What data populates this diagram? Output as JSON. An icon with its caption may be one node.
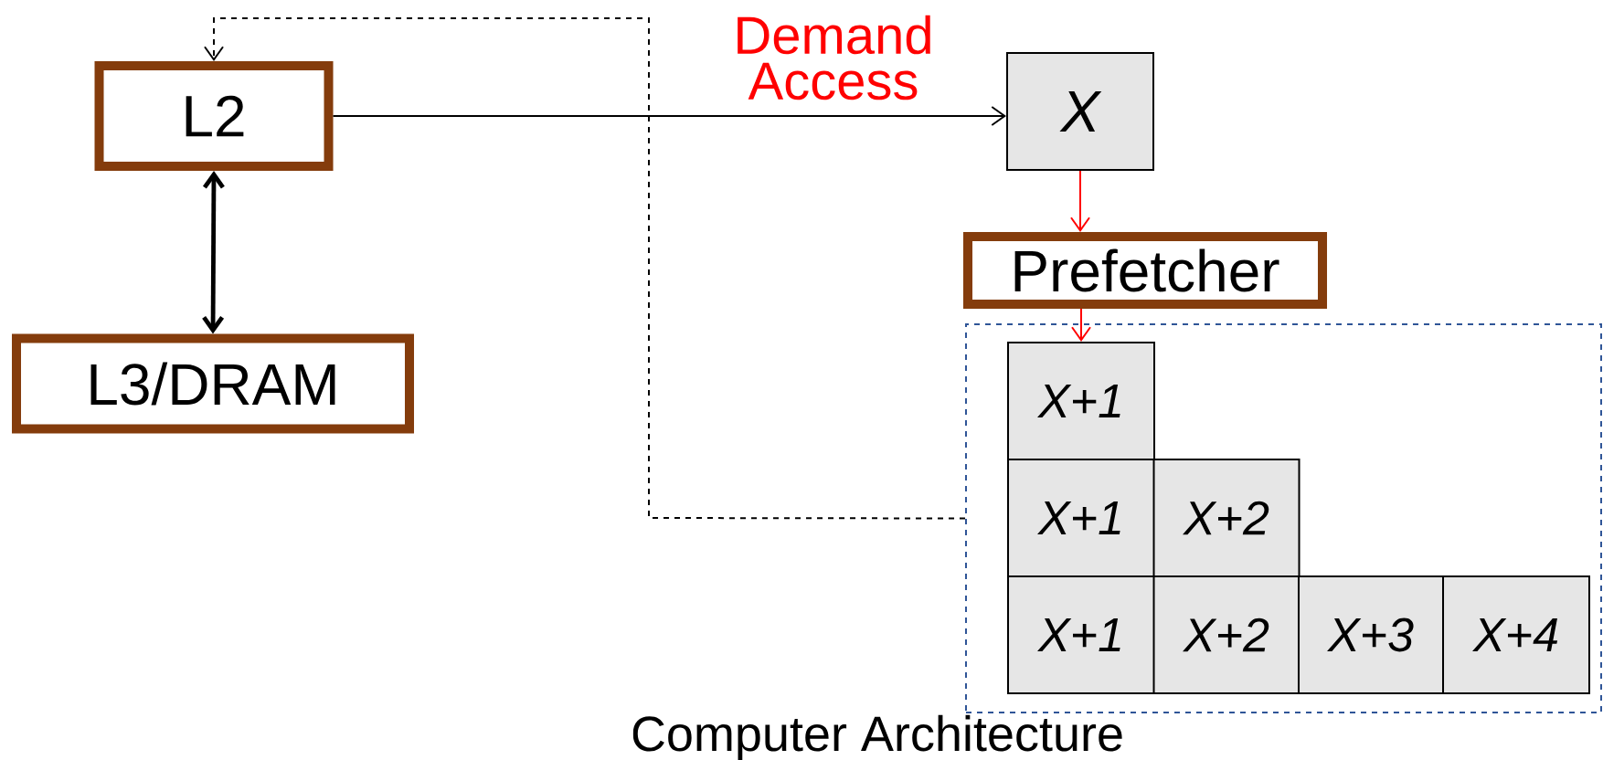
{
  "diagram": {
    "nodes": [
      {
        "text": [
          "L2"
        ]
      },
      {
        "text": [
          "L3/DRAM"
        ]
      },
      {
        "text": [
          "X"
        ]
      },
      {
        "text": [
          "Prefetcher"
        ]
      },
      {
        "text": [],
        "shape": "box"
      },
      {
        "text": [
          "X+1"
        ],
        "in": 4
      },
      {
        "text": [
          "X+1"
        ],
        "in": 4
      },
      {
        "text": [
          "X+2"
        ],
        "in": 4
      },
      {
        "text": [
          "X+1"
        ],
        "in": 4
      },
      {
        "text": [
          "X+2"
        ],
        "in": 4
      },
      {
        "text": [
          "X+3"
        ],
        "in": 4
      },
      {
        "text": [
          "X+4"
        ],
        "in": 4
      }
    ],
    "edges": [
      {
        "from": 0,
        "to": 2,
        "arrow": "to",
        "label": "Demand Access"
      },
      {
        "from": 0,
        "to": 1,
        "arrow": "both",
        "style": "thick"
      },
      {
        "from": 2,
        "to": 3,
        "arrow": "to",
        "color": "#ff0000"
      },
      {
        "from": 3,
        "to": 5,
        "arrow": "to",
        "color": "#ff0000"
      },
      {
        "from": 4,
        "to": 0,
        "arrow": "to",
        "style": "dashed"
      }
    ],
    "labels": [
      "Computer Architecture"
    ]
  }
}
